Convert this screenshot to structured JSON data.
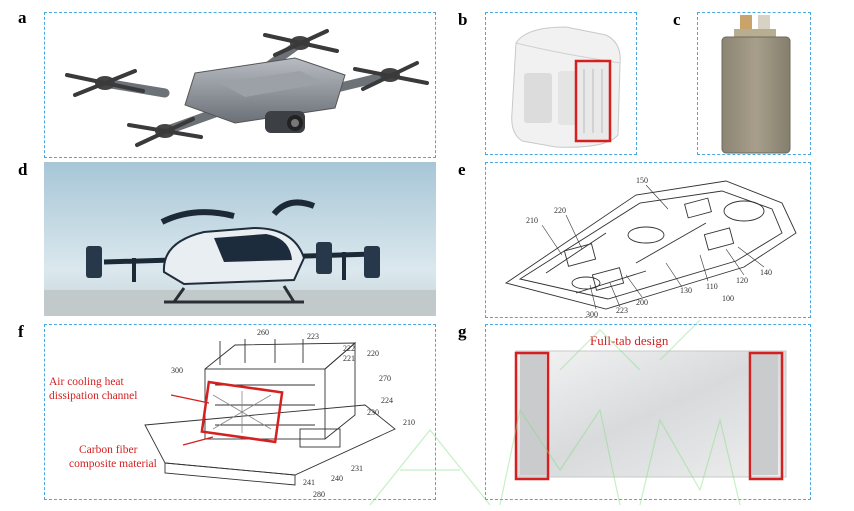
{
  "panels": {
    "a": {
      "label": "a",
      "content": "drone-photo"
    },
    "b": {
      "label": "b",
      "content": "drone-battery-pack"
    },
    "c": {
      "label": "c",
      "content": "pouch-cell"
    },
    "d": {
      "label": "d",
      "content": "evtol-aircraft-photo"
    },
    "e": {
      "label": "e",
      "callouts": [
        "150",
        "220",
        "210",
        "140",
        "120",
        "110",
        "130",
        "100",
        "200",
        "223",
        "300"
      ]
    },
    "f": {
      "label": "f",
      "annotations": {
        "air_cooling_line1": "Air cooling heat",
        "air_cooling_line2": "dissipation channel",
        "carbon_fiber_line1": "Carbon fiber",
        "carbon_fiber_line2": "composite material"
      },
      "callouts": [
        "260",
        "223",
        "222",
        "221",
        "220",
        "300",
        "270",
        "224",
        "230",
        "210",
        "231",
        "241",
        "240",
        "280"
      ]
    },
    "g": {
      "label": "g",
      "title": "Full-tab design"
    }
  },
  "colors": {
    "panel_border": "#4aa8e0",
    "highlight": "#d42020",
    "watermark": "#7fe07f"
  }
}
